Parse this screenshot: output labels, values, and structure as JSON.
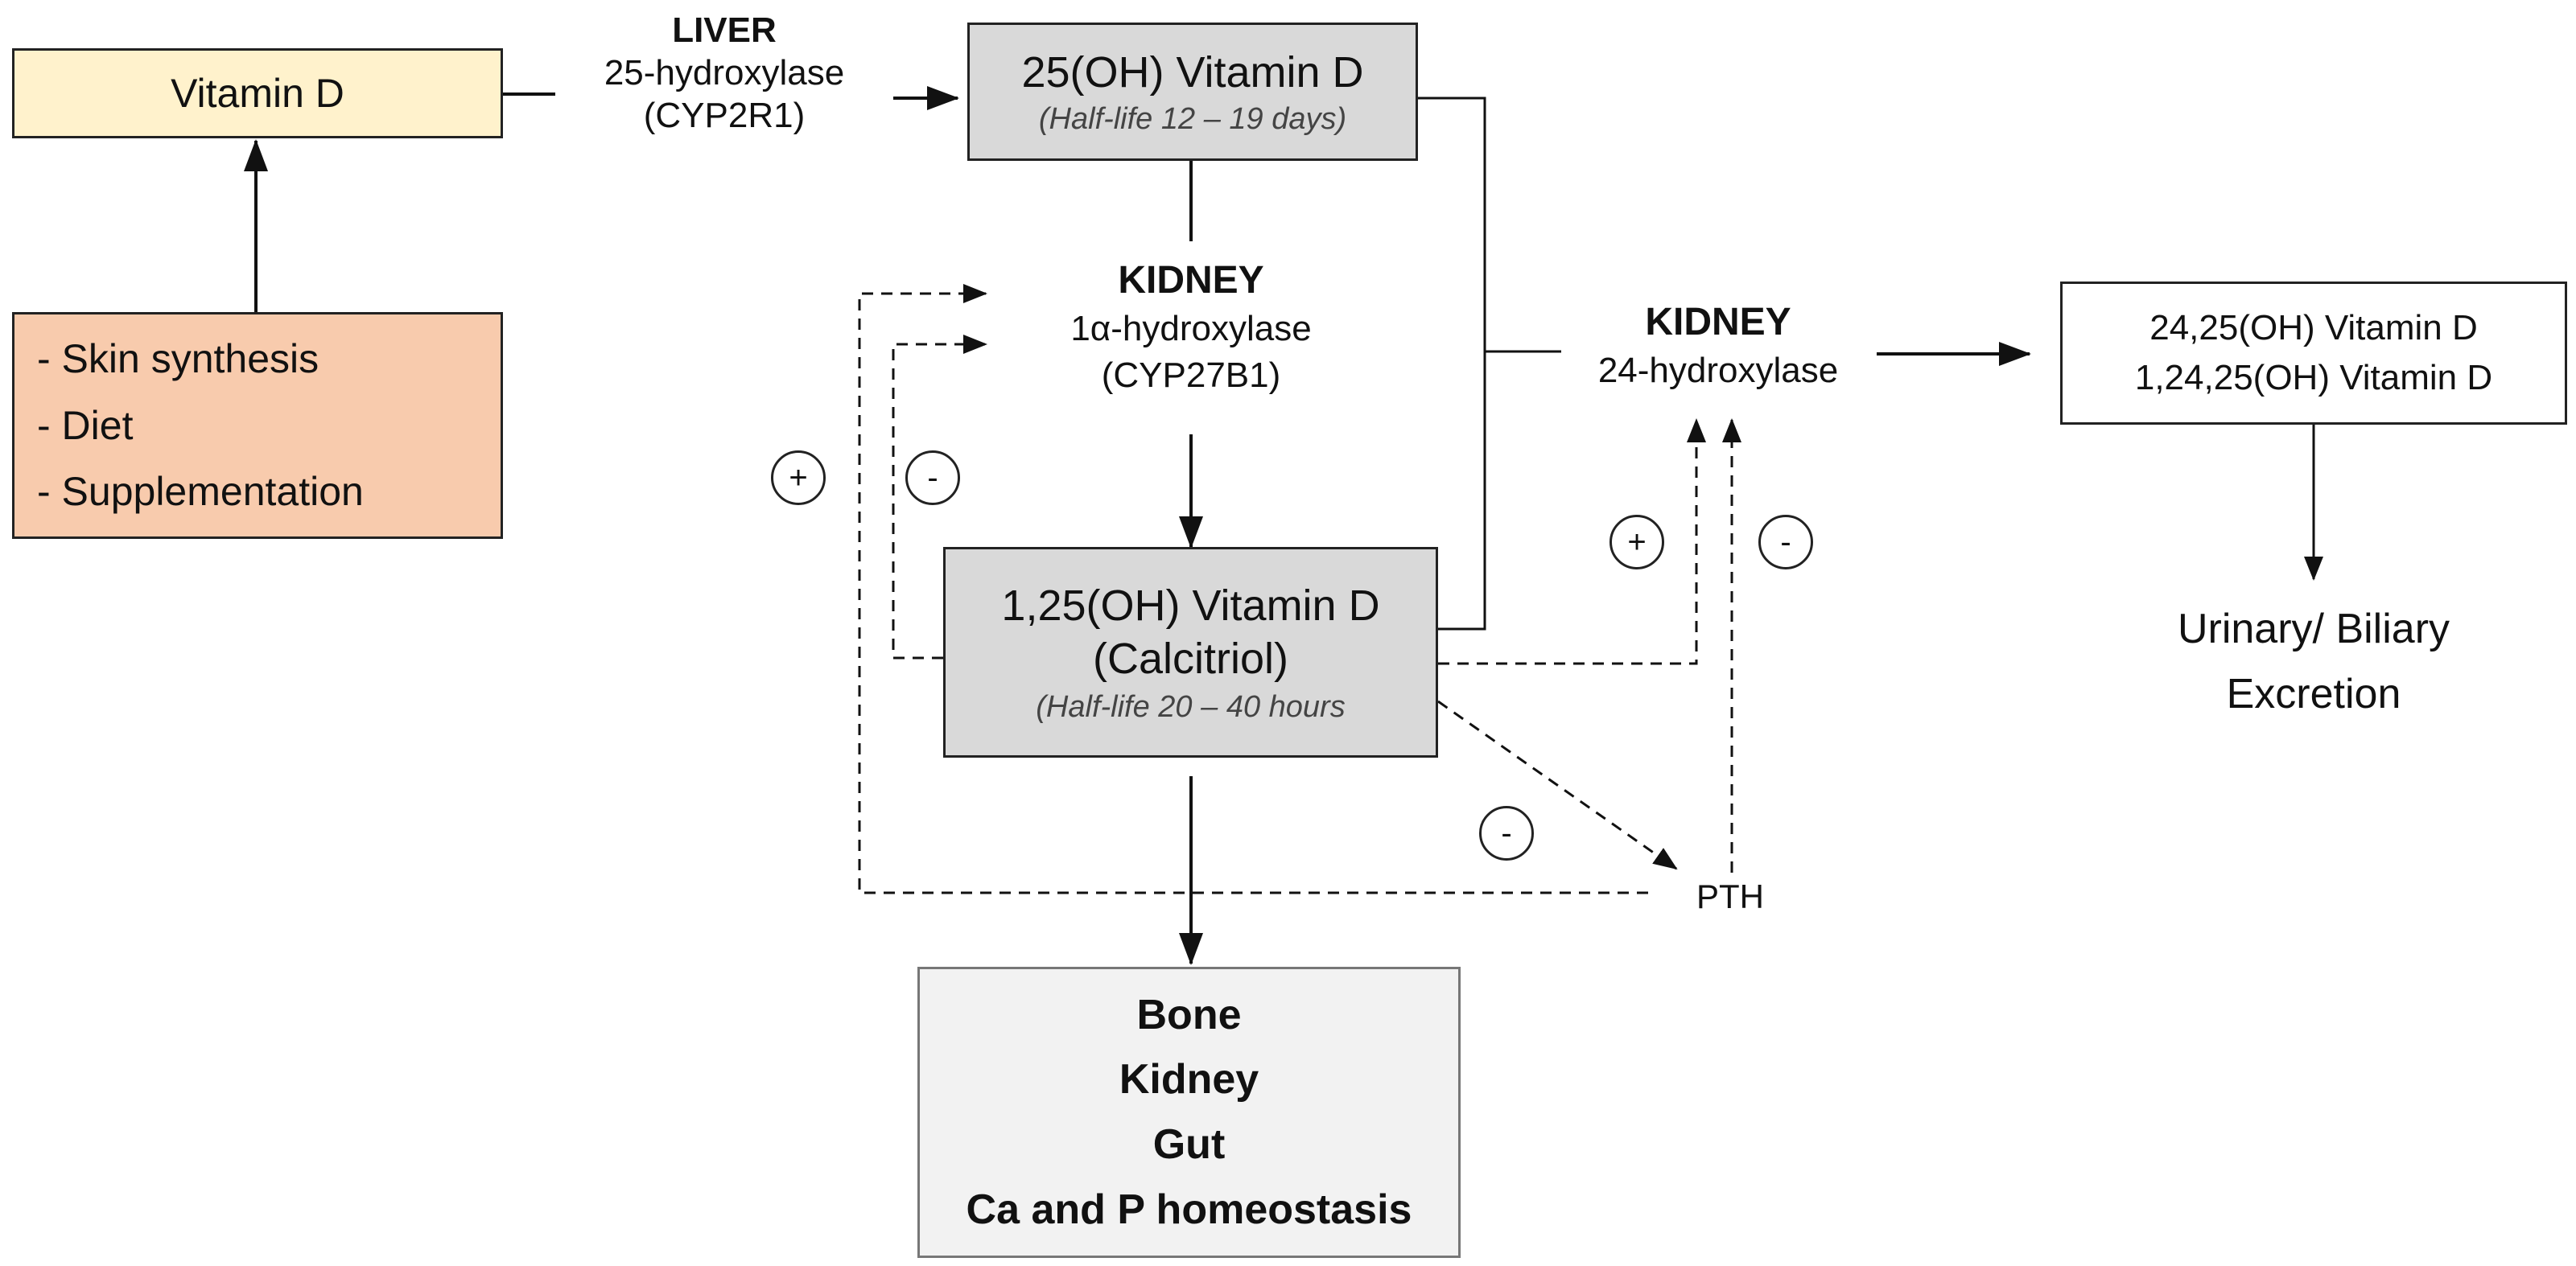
{
  "colors": {
    "vitamin_d_box": "#fff2cc",
    "sources_box": "#f8cbad",
    "grey_box": "#d9d9d9",
    "targets_box": "#f2f2f2",
    "white_box": "#ffffff",
    "line": "#111111"
  },
  "nodes": {
    "vitamin_d": "Vitamin D",
    "sources": [
      "- Skin synthesis",
      "- Diet",
      "- Supplementation"
    ],
    "liver_enzyme": {
      "organ": "LIVER",
      "enzyme": "25-hydroxylase",
      "gene": "(CYP2R1)"
    },
    "vitd_25oh": {
      "name": "25(OH) Vitamin D",
      "half_life": "(Half-life 12 – 19 days)"
    },
    "kidney_1a": {
      "organ": "KIDNEY",
      "enzyme": "1α-hydroxylase",
      "gene": "(CYP27B1)"
    },
    "calcitriol": {
      "name": "1,25(OH) Vitamin D",
      "alias": "(Calcitriol)",
      "half_life": "(Half-life 20 – 40 hours"
    },
    "kidney_24": {
      "organ": "KIDNEY",
      "enzyme": "24-hydroxylase"
    },
    "metabolites": [
      "24,25(OH)  Vitamin D",
      "1,24,25(OH)  Vitamin D"
    ],
    "excretion": [
      "Urinary/ Biliary",
      "Excretion"
    ],
    "targets": [
      "Bone",
      "Kidney",
      "Gut",
      "Ca and P homeostasis"
    ],
    "pth": "PTH"
  },
  "regulation_signs": {
    "pth_stimulates_1a": "+",
    "calcitriol_inhibits_1a": "-",
    "calcitriol_stimulates_24": "+",
    "pth_inhibits_24": "-",
    "calcitriol_inhibits_pth": "-"
  }
}
